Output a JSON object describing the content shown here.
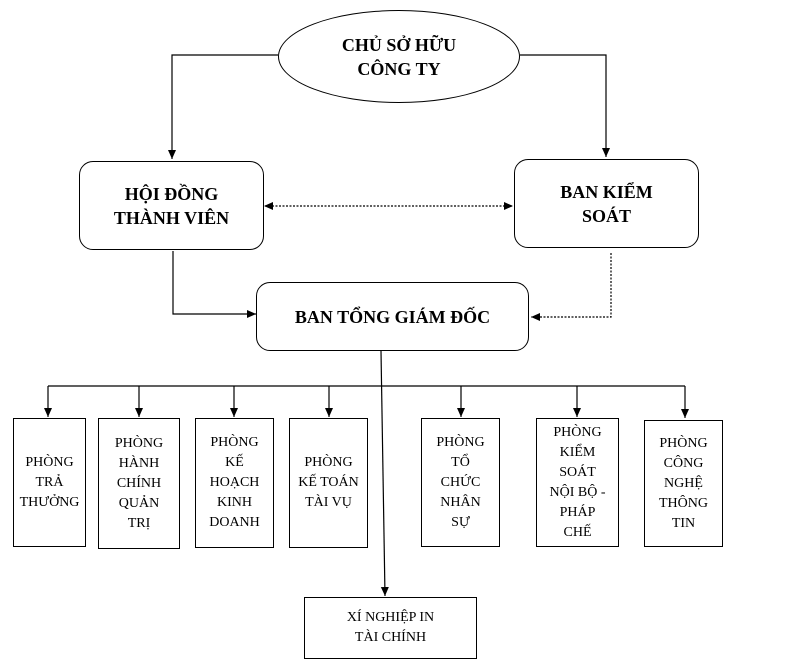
{
  "diagram": {
    "title": "Company organization chart",
    "nodes": {
      "owner": "CHỦ SỞ HỮU\nCÔNG TY",
      "members_council": "HỘI ĐỒNG\nTHÀNH VIÊN",
      "supervisory_board": "BAN KIỂM\nSOÁT",
      "general_directors": "BAN TỔNG GIÁM ĐỐC",
      "departments": [
        {
          "id": "dept-tra-thuong",
          "label": "PHÒNG\nTRẢ\nTHƯỞNG"
        },
        {
          "id": "dept-hanh-chinh",
          "label": "PHÒNG\nHÀNH\nCHÍNH\nQUẢN\nTRỊ"
        },
        {
          "id": "dept-ke-hoach",
          "label": "PHÒNG\nKẾ\nHOẠCH\nKINH\nDOANH"
        },
        {
          "id": "dept-ke-toan",
          "label": "PHÒNG\nKẾ TOÁN\nTÀI VỤ"
        },
        {
          "id": "dept-to-chuc",
          "label": "PHÒNG\nTỔ\nCHỨC\nNHÂN\nSỰ"
        },
        {
          "id": "dept-kiem-soat",
          "label": "PHÒNG\nKIỂM\nSOÁT\nNỘI BỘ -\nPHÁP\nCHẾ"
        },
        {
          "id": "dept-cntt",
          "label": "PHÒNG\nCÔNG\nNGHỆ\nTHÔNG\nTIN"
        }
      ],
      "printing_enterprise": "XÍ NGHIỆP IN\nTÀI CHÍNH"
    },
    "edges": [
      {
        "from": "owner",
        "to": "members_council",
        "style": "solid"
      },
      {
        "from": "owner",
        "to": "supervisory_board",
        "style": "solid"
      },
      {
        "from": "members_council",
        "to": "supervisory_board",
        "style": "dashed",
        "direction": "both"
      },
      {
        "from": "members_council",
        "to": "general_directors",
        "style": "solid"
      },
      {
        "from": "supervisory_board",
        "to": "general_directors",
        "style": "dashed"
      },
      {
        "from": "general_directors",
        "to": "departments",
        "style": "solid"
      },
      {
        "from": "general_directors",
        "to": "printing_enterprise",
        "style": "solid"
      }
    ]
  }
}
